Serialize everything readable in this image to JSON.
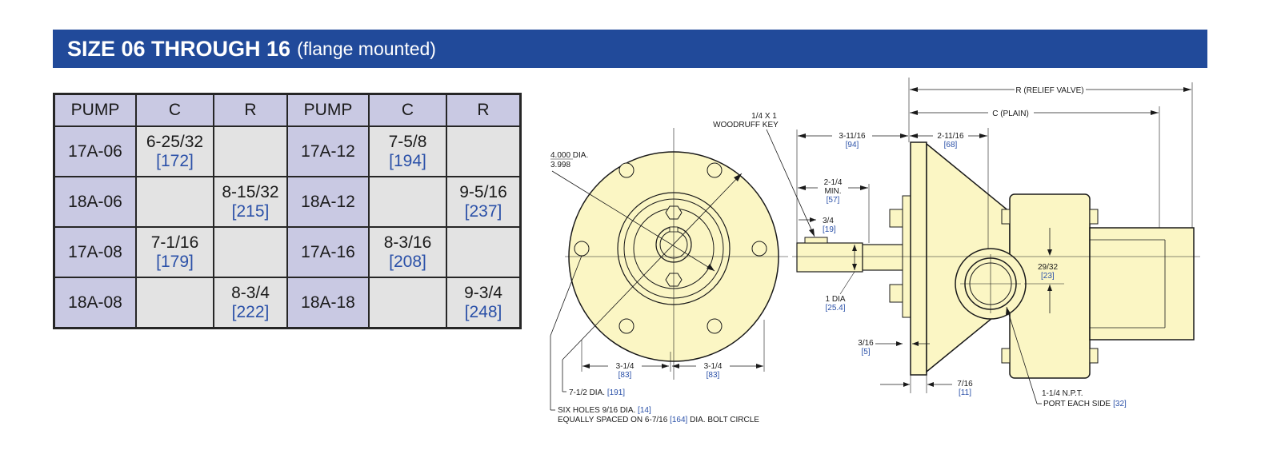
{
  "header": {
    "title": "SIZE 06 THROUGH 16",
    "subtitle": "(flange mounted)"
  },
  "table": {
    "headers": [
      "PUMP",
      "C",
      "R",
      "PUMP",
      "C",
      "R"
    ],
    "rows": [
      [
        {
          "p": "17A-06"
        },
        {
          "in": "6-25/32",
          "mm": "[172]"
        },
        {
          "in": "",
          "mm": ""
        },
        {
          "p": "17A-12"
        },
        {
          "in": "7-5/8",
          "mm": "[194]"
        },
        {
          "in": "",
          "mm": ""
        }
      ],
      [
        {
          "p": "18A-06"
        },
        {
          "in": "",
          "mm": ""
        },
        {
          "in": "8-15/32",
          "mm": "[215]"
        },
        {
          "p": "18A-12"
        },
        {
          "in": "",
          "mm": ""
        },
        {
          "in": "9-5/16",
          "mm": "[237]"
        }
      ],
      [
        {
          "p": "17A-08"
        },
        {
          "in": "7-1/16",
          "mm": "[179]"
        },
        {
          "in": "",
          "mm": ""
        },
        {
          "p": "17A-16"
        },
        {
          "in": "8-3/16",
          "mm": "[208]"
        },
        {
          "in": "",
          "mm": ""
        }
      ],
      [
        {
          "p": "18A-08"
        },
        {
          "in": "",
          "mm": ""
        },
        {
          "in": "8-3/4",
          "mm": "[222]"
        },
        {
          "p": "18A-18"
        },
        {
          "in": "",
          "mm": ""
        },
        {
          "in": "9-3/4",
          "mm": "[248]"
        }
      ]
    ]
  },
  "drawing": {
    "colors": {
      "body": "#fbf6c4",
      "line": "#1a1a1a",
      "metric": "#2a50a8"
    },
    "dia": {
      "top": "4.000  DIA.",
      "bottom": "3.998"
    },
    "flange_dia": {
      "in": "7-1/2  DIA.",
      "mm": "[191]"
    },
    "holes": {
      "line1": "SIX HOLES 9/16 DIA.",
      "mm1": "[14]",
      "line2a": "EQUALLY SPACED ON 6-7/16",
      "mm2": "[164]",
      "line2b": "DIA. BOLT CIRCLE"
    },
    "left_half": {
      "in": "3-1/4",
      "mm": "[83]"
    },
    "right_half": {
      "in": "3-1/4",
      "mm": "[83]"
    },
    "key": {
      "line1": "1/4 X 1",
      "line2": "WOODRUFF KEY"
    },
    "shaft_len": {
      "in": "3-11/16",
      "mm": "[94]"
    },
    "min_len": {
      "in": "2-1/4",
      "min": "MIN.",
      "mm": "[57]"
    },
    "key_w": {
      "in": "3/4",
      "mm": "[19]"
    },
    "shaft_dia": {
      "in": "1 DIA",
      "mm": "[25.4]"
    },
    "flange_t": {
      "in": "3/16",
      "mm": "[5]"
    },
    "hub": {
      "in": "7/16",
      "mm": "[11]"
    },
    "body_len": {
      "in": "2-11/16",
      "mm": "[68]"
    },
    "r_label": "R (RELIEF VALVE)",
    "c_label": "C (PLAIN)",
    "port_off": {
      "in": "29/32",
      "mm": "[23]"
    },
    "port": {
      "line1": "1-1/4 N.P.T.",
      "line2": "PORT EACH SIDE",
      "mm": "[32]"
    }
  }
}
